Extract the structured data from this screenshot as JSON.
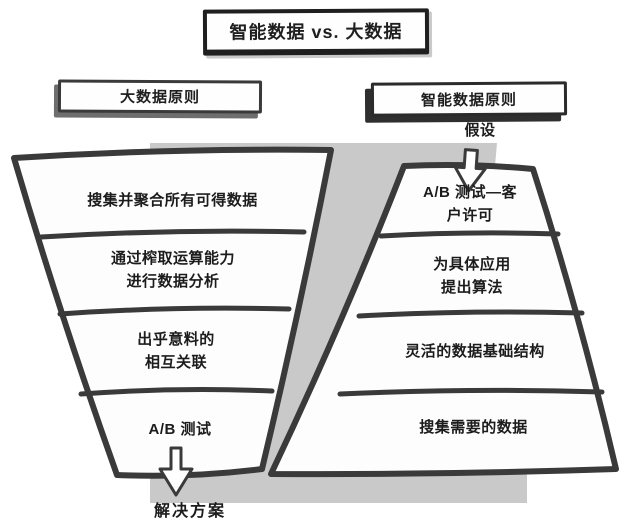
{
  "title": "智能数据 vs. 大数据",
  "big_data": {
    "label": "大数据原则",
    "sections": [
      "搜集并聚合所有可得数据",
      "通过榨取运算能力\n进行数据分析",
      "出乎意料的\n相互关联",
      "A/B 测试"
    ],
    "output_label": "解决方案"
  },
  "smart_data": {
    "label": "智能数据原则",
    "input_label": "假设",
    "sections": [
      "A/B 测试—客\n户许可",
      "为具体应用\n提出算法",
      "灵活的数据基础结构",
      "搜集需要的数据"
    ]
  },
  "icons": {
    "hypothesis_arrow": "down-arrow-icon",
    "solution_arrow": "down-arrow-icon"
  },
  "colors": {
    "outline": "#3a3a3a",
    "shadow_gray": "#c9c9c9",
    "box_shadow_dark": "#2f2f2f",
    "fill_white": "#fdfdfd",
    "text": "#1c1c1c",
    "background": "#ffffff"
  }
}
